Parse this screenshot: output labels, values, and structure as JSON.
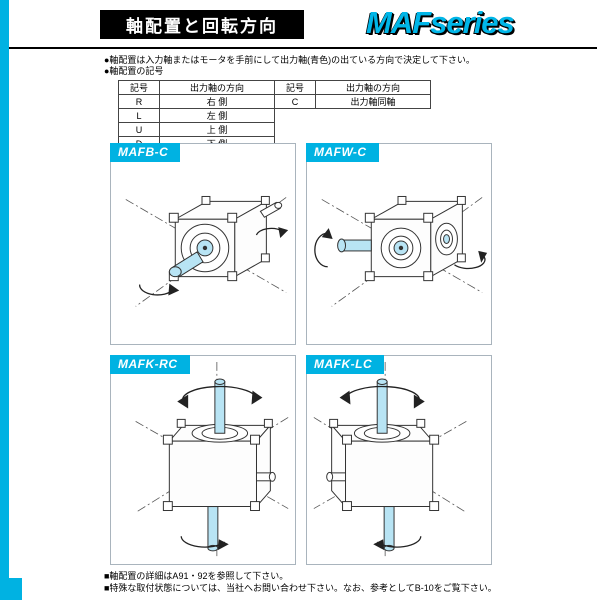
{
  "header": {
    "title": "軸配置と回転方向",
    "series": "MAFseries"
  },
  "notes": {
    "line1": "●軸配置は入力軸またはモータを手前にして出力軸(青色)の出ている方向で決定して下さい。",
    "line2": "●軸配置の記号"
  },
  "table": {
    "col_symbol": "記号",
    "col_direction": "出力軸の方向",
    "rows_left": [
      {
        "symbol": "R",
        "direction": "右 側"
      },
      {
        "symbol": "L",
        "direction": "左 側"
      },
      {
        "symbol": "U",
        "direction": "上 側"
      },
      {
        "symbol": "D",
        "direction": "下 側"
      }
    ],
    "rows_right": [
      {
        "symbol": "C",
        "direction": "出力軸同軸"
      }
    ]
  },
  "panels": [
    {
      "label": "MAFB-C"
    },
    {
      "label": "MAFW-C"
    },
    {
      "label": "MAFK-RC"
    },
    {
      "label": "MAFK-LC"
    }
  ],
  "footer": {
    "line1": "■軸配置の詳細はA91・92を参照して下さい。",
    "line2": "■特殊な取付状態については、当社へお問い合わせ下さい。なお、参考としてB-10をご覧下さい。"
  },
  "colors": {
    "accent": "#00b2e2",
    "line": "#333333",
    "output_shaft_blue": "#b8e4f4"
  }
}
